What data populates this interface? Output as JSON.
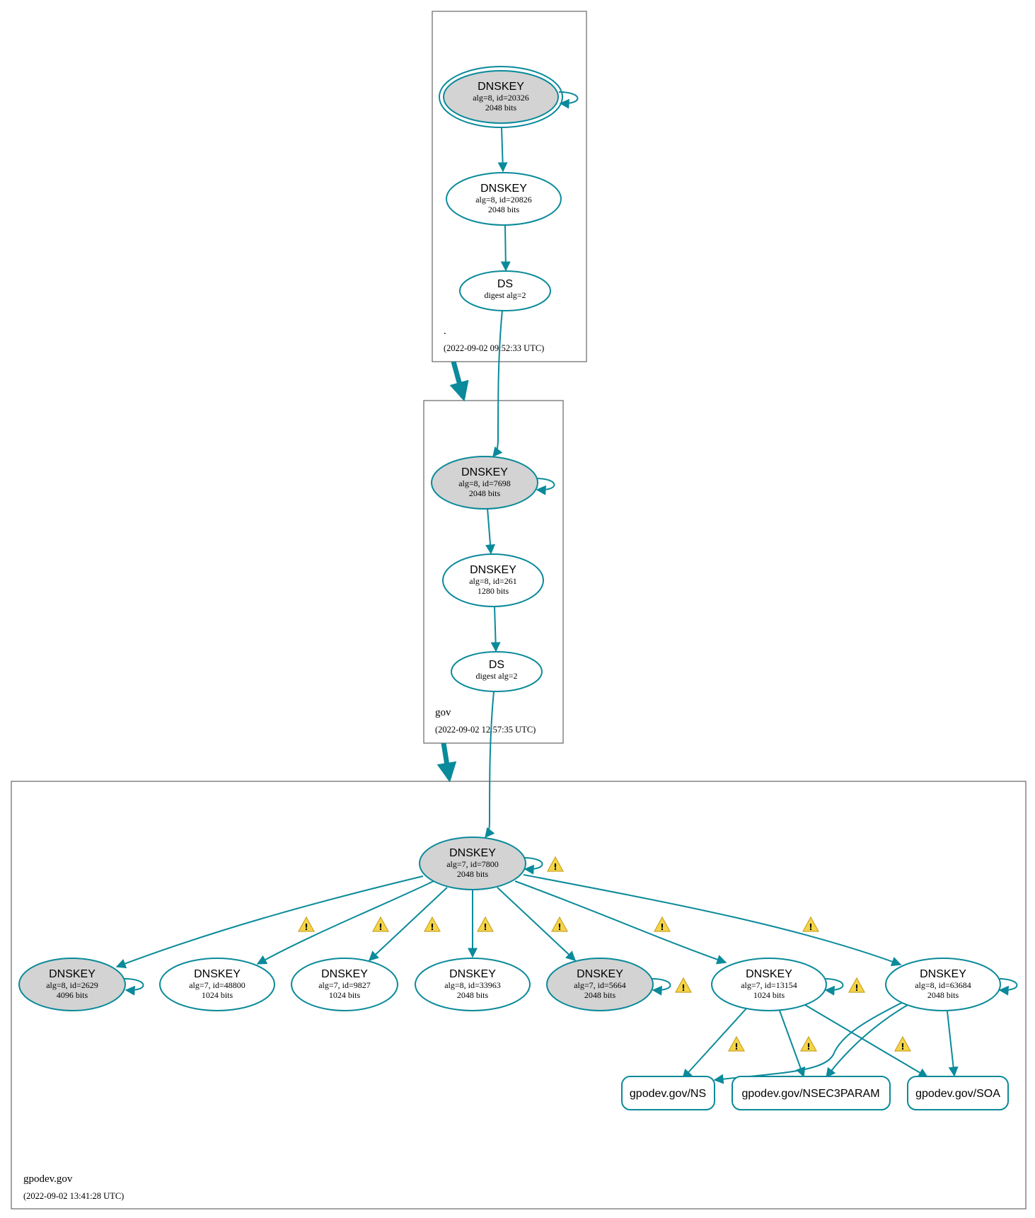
{
  "zones": [
    {
      "id": "root",
      "name": ".",
      "timestamp": "(2022-09-02 09:52:33 UTC)"
    },
    {
      "id": "gov",
      "name": "gov",
      "timestamp": "(2022-09-02 12:57:35 UTC)"
    },
    {
      "id": "gpodev",
      "name": "gpodev.gov",
      "timestamp": "(2022-09-02 13:41:28 UTC)"
    }
  ],
  "nodes": [
    {
      "id": "r_ksk",
      "title": "DNSKEY",
      "sub1": "alg=8, id=20326",
      "sub2": "2048 bits",
      "filled": true,
      "double": true
    },
    {
      "id": "r_zsk",
      "title": "DNSKEY",
      "sub1": "alg=8, id=20826",
      "sub2": "2048 bits",
      "filled": false
    },
    {
      "id": "r_ds",
      "title": "DS",
      "sub1": "digest alg=2",
      "sub2": "",
      "filled": false
    },
    {
      "id": "g_ksk",
      "title": "DNSKEY",
      "sub1": "alg=8, id=7698",
      "sub2": "2048 bits",
      "filled": true
    },
    {
      "id": "g_zsk",
      "title": "DNSKEY",
      "sub1": "alg=8, id=261",
      "sub2": "1280 bits",
      "filled": false
    },
    {
      "id": "g_ds",
      "title": "DS",
      "sub1": "digest alg=2",
      "sub2": "",
      "filled": false
    },
    {
      "id": "p_ksk",
      "title": "DNSKEY",
      "sub1": "alg=7, id=7800",
      "sub2": "2048 bits",
      "filled": true
    },
    {
      "id": "p_k2629",
      "title": "DNSKEY",
      "sub1": "alg=8, id=2629",
      "sub2": "4096 bits",
      "filled": true
    },
    {
      "id": "p_k48800",
      "title": "DNSKEY",
      "sub1": "alg=7, id=48800",
      "sub2": "1024 bits",
      "filled": false
    },
    {
      "id": "p_k9827",
      "title": "DNSKEY",
      "sub1": "alg=7, id=9827",
      "sub2": "1024 bits",
      "filled": false
    },
    {
      "id": "p_k33963",
      "title": "DNSKEY",
      "sub1": "alg=8, id=33963",
      "sub2": "2048 bits",
      "filled": false
    },
    {
      "id": "p_k5664",
      "title": "DNSKEY",
      "sub1": "alg=7, id=5664",
      "sub2": "2048 bits",
      "filled": true
    },
    {
      "id": "p_k13154",
      "title": "DNSKEY",
      "sub1": "alg=7, id=13154",
      "sub2": "1024 bits",
      "filled": false
    },
    {
      "id": "p_k63684",
      "title": "DNSKEY",
      "sub1": "alg=8, id=63684",
      "sub2": "2048 bits",
      "filled": false
    },
    {
      "id": "p_ns",
      "title": "gpodev.gov/NS",
      "rrset": true
    },
    {
      "id": "p_nsec3",
      "title": "gpodev.gov/NSEC3PARAM",
      "rrset": true
    },
    {
      "id": "p_soa",
      "title": "gpodev.gov/SOA",
      "rrset": true
    }
  ],
  "edges": [
    {
      "from": "r_ksk",
      "to": "r_ksk",
      "self": true
    },
    {
      "from": "r_ksk",
      "to": "r_zsk"
    },
    {
      "from": "r_zsk",
      "to": "r_ds"
    },
    {
      "from": "r_ds",
      "to": "g_ksk"
    },
    {
      "from": "g_ksk",
      "to": "g_ksk",
      "self": true
    },
    {
      "from": "g_ksk",
      "to": "g_zsk"
    },
    {
      "from": "g_zsk",
      "to": "g_ds"
    },
    {
      "from": "g_ds",
      "to": "p_ksk"
    },
    {
      "from": "p_ksk",
      "to": "p_ksk",
      "self": true,
      "warning": true
    },
    {
      "from": "p_ksk",
      "to": "p_k2629",
      "warning": true
    },
    {
      "from": "p_ksk",
      "to": "p_k48800",
      "warning": true
    },
    {
      "from": "p_ksk",
      "to": "p_k9827",
      "warning": true
    },
    {
      "from": "p_ksk",
      "to": "p_k33963",
      "warning": true
    },
    {
      "from": "p_ksk",
      "to": "p_k5664",
      "warning": true
    },
    {
      "from": "p_ksk",
      "to": "p_k13154",
      "warning": true
    },
    {
      "from": "p_ksk",
      "to": "p_k63684",
      "warning": true
    },
    {
      "from": "p_k2629",
      "to": "p_k2629",
      "self": true
    },
    {
      "from": "p_k5664",
      "to": "p_k5664",
      "self": true,
      "warning": true
    },
    {
      "from": "p_k13154",
      "to": "p_k13154",
      "self": true,
      "warning": true
    },
    {
      "from": "p_k63684",
      "to": "p_k63684",
      "self": true
    },
    {
      "from": "p_k13154",
      "to": "p_ns",
      "warning": true
    },
    {
      "from": "p_k13154",
      "to": "p_nsec3",
      "warning": true
    },
    {
      "from": "p_k13154",
      "to": "p_soa",
      "warning": true
    },
    {
      "from": "p_k63684",
      "to": "p_ns"
    },
    {
      "from": "p_k63684",
      "to": "p_nsec3"
    },
    {
      "from": "p_k63684",
      "to": "p_soa"
    }
  ],
  "delegations": [
    {
      "from": "root",
      "to": "gov"
    },
    {
      "from": "gov",
      "to": "gpodev"
    }
  ],
  "colors": {
    "edge": "#0a8a9a",
    "filled_node": "#d3d3d3",
    "warning": "#f5d547"
  }
}
